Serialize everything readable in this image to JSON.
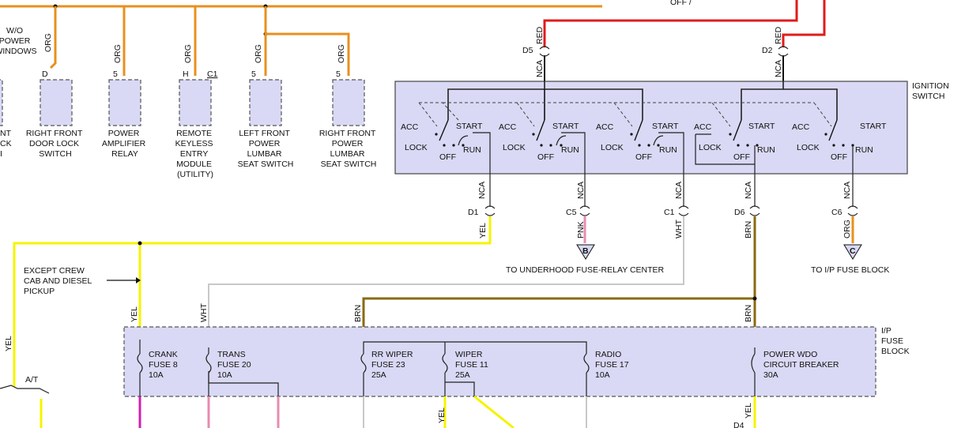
{
  "colors": {
    "orange": "#e8901e",
    "red": "#e01b1b",
    "yellow": "#f4f400",
    "brown": "#8a6a10",
    "gray": "#c8c8c8",
    "pink": "#e88bb0",
    "magenta": "#d21fb0",
    "box_fill": "#d9d9f5"
  },
  "top": {
    "label_fragment": "OFF /"
  },
  "left_components": [
    {
      "label_lines": [
        "W/O",
        "POWER",
        "WINDOWS"
      ],
      "wire": "ORG",
      "pin": "D"
    },
    {
      "label_lines": [
        "RIGHT FRONT",
        "DOOR LOCK",
        "SWITCH"
      ],
      "wire": "ORG",
      "pin": "D"
    },
    {
      "label_lines": [
        "POWER",
        "AMPLIFIER",
        "RELAY"
      ],
      "wire": "ORG",
      "pin": "5"
    },
    {
      "label_lines": [
        "REMOTE",
        "KEYLESS",
        "ENTRY",
        "MODULE",
        "(UTILITY)"
      ],
      "wire": "ORG",
      "pin": "H",
      "connector": "C1"
    },
    {
      "label_lines": [
        "LEFT FRONT",
        "POWER",
        "LUMBAR",
        "SEAT SWITCH"
      ],
      "wire": "ORG",
      "pin": "5"
    },
    {
      "label_lines": [
        "RIGHT FRONT",
        "POWER",
        "LUMBAR",
        "SEAT SWITCH"
      ],
      "wire": "ORG",
      "pin": "5"
    }
  ],
  "left_partial": [
    "NT",
    "CK",
    "I"
  ],
  "ignition": {
    "title_lines": [
      "IGNITION",
      "SWITCH"
    ],
    "pos_labels": {
      "acc": "ACC",
      "lock": "LOCK",
      "off": "OFF",
      "run": "RUN",
      "start": "START"
    },
    "inputs": [
      {
        "pin": "D5",
        "wire": "RED",
        "nca": "NCA"
      },
      {
        "pin": "D2",
        "wire": "RED",
        "nca": "NCA"
      }
    ],
    "outputs": [
      {
        "pin": "D1",
        "wire": "YEL",
        "nca": "NCA"
      },
      {
        "pin": "C5",
        "wire": "PNK",
        "nca": "NCA",
        "dest": "B"
      },
      {
        "pin": "C1",
        "wire": "WHT",
        "nca": "NCA"
      },
      {
        "pin": "D6",
        "wire": "BRN",
        "nca": "NCA"
      },
      {
        "pin": "C6",
        "wire": "ORG",
        "nca": "NCA",
        "dest": "C"
      }
    ]
  },
  "notes": {
    "underhood": "TO UNDERHOOD FUSE-RELAY CENTER",
    "ip_fuse": "TO I/P FUSE BLOCK",
    "except_lines": [
      "EXCEPT CREW",
      "CAB AND DIESEL",
      "PICKUP"
    ],
    "at": "A/T"
  },
  "fuse_block": {
    "title_lines": [
      "I/P",
      "FUSE",
      "BLOCK"
    ],
    "fuses": [
      {
        "name": "CRANK",
        "fuse": "FUSE 8",
        "amp": "10A",
        "wire": "YEL"
      },
      {
        "name": "TRANS",
        "fuse": "FUSE 20",
        "amp": "10A",
        "wire": "WHT"
      },
      {
        "name": "RR WIPER",
        "fuse": "FUSE 23",
        "amp": "25A",
        "wire": "BRN"
      },
      {
        "name": "WIPER",
        "fuse": "FUSE 11",
        "amp": "25A"
      },
      {
        "name": "RADIO",
        "fuse": "FUSE 17",
        "amp": "10A"
      },
      {
        "name": "POWER WDO",
        "fuse": "CIRCUIT BREAKER",
        "amp": "30A",
        "wire": "BRN"
      }
    ]
  },
  "wire_labels": {
    "yel_left": "YEL",
    "yel_bottom": "YEL",
    "yel_bottom_right": "YEL",
    "d4": "D4"
  }
}
